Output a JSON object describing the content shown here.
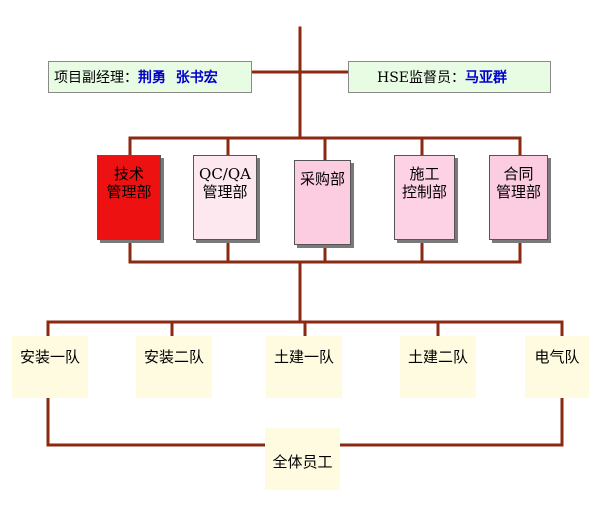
{
  "leaders": {
    "deputy_pm": {
      "label": "项目副经理：",
      "names": "荆勇  张书宏"
    },
    "hse_supervisor": {
      "label": "HSE监督员：",
      "names": "马亚群"
    }
  },
  "departments": [
    {
      "key": "tech",
      "label": "技术\n管理部",
      "fill": "#ee1111"
    },
    {
      "key": "qcqa",
      "label": "QC/QA\n管理部",
      "fill": "#fde8ef"
    },
    {
      "key": "procurement",
      "label": "采购部",
      "fill": "#fccce0"
    },
    {
      "key": "construction",
      "label": "施工\n控制部",
      "fill": "#fdd2e4"
    },
    {
      "key": "contract",
      "label": "合同\n管理部",
      "fill": "#fccce0"
    }
  ],
  "teams": [
    {
      "key": "install-1",
      "label": "安装一队"
    },
    {
      "key": "install-2",
      "label": "安装二队"
    },
    {
      "key": "civil-1",
      "label": "土建一队"
    },
    {
      "key": "civil-2",
      "label": "土建二队"
    },
    {
      "key": "electrical",
      "label": "电气队"
    }
  ],
  "all_staff": "全体员工",
  "colors": {
    "line": "#8b2a10",
    "label_box": "#e8fce4",
    "team_box": "#fffbe0",
    "name_text": "#0000cc"
  }
}
